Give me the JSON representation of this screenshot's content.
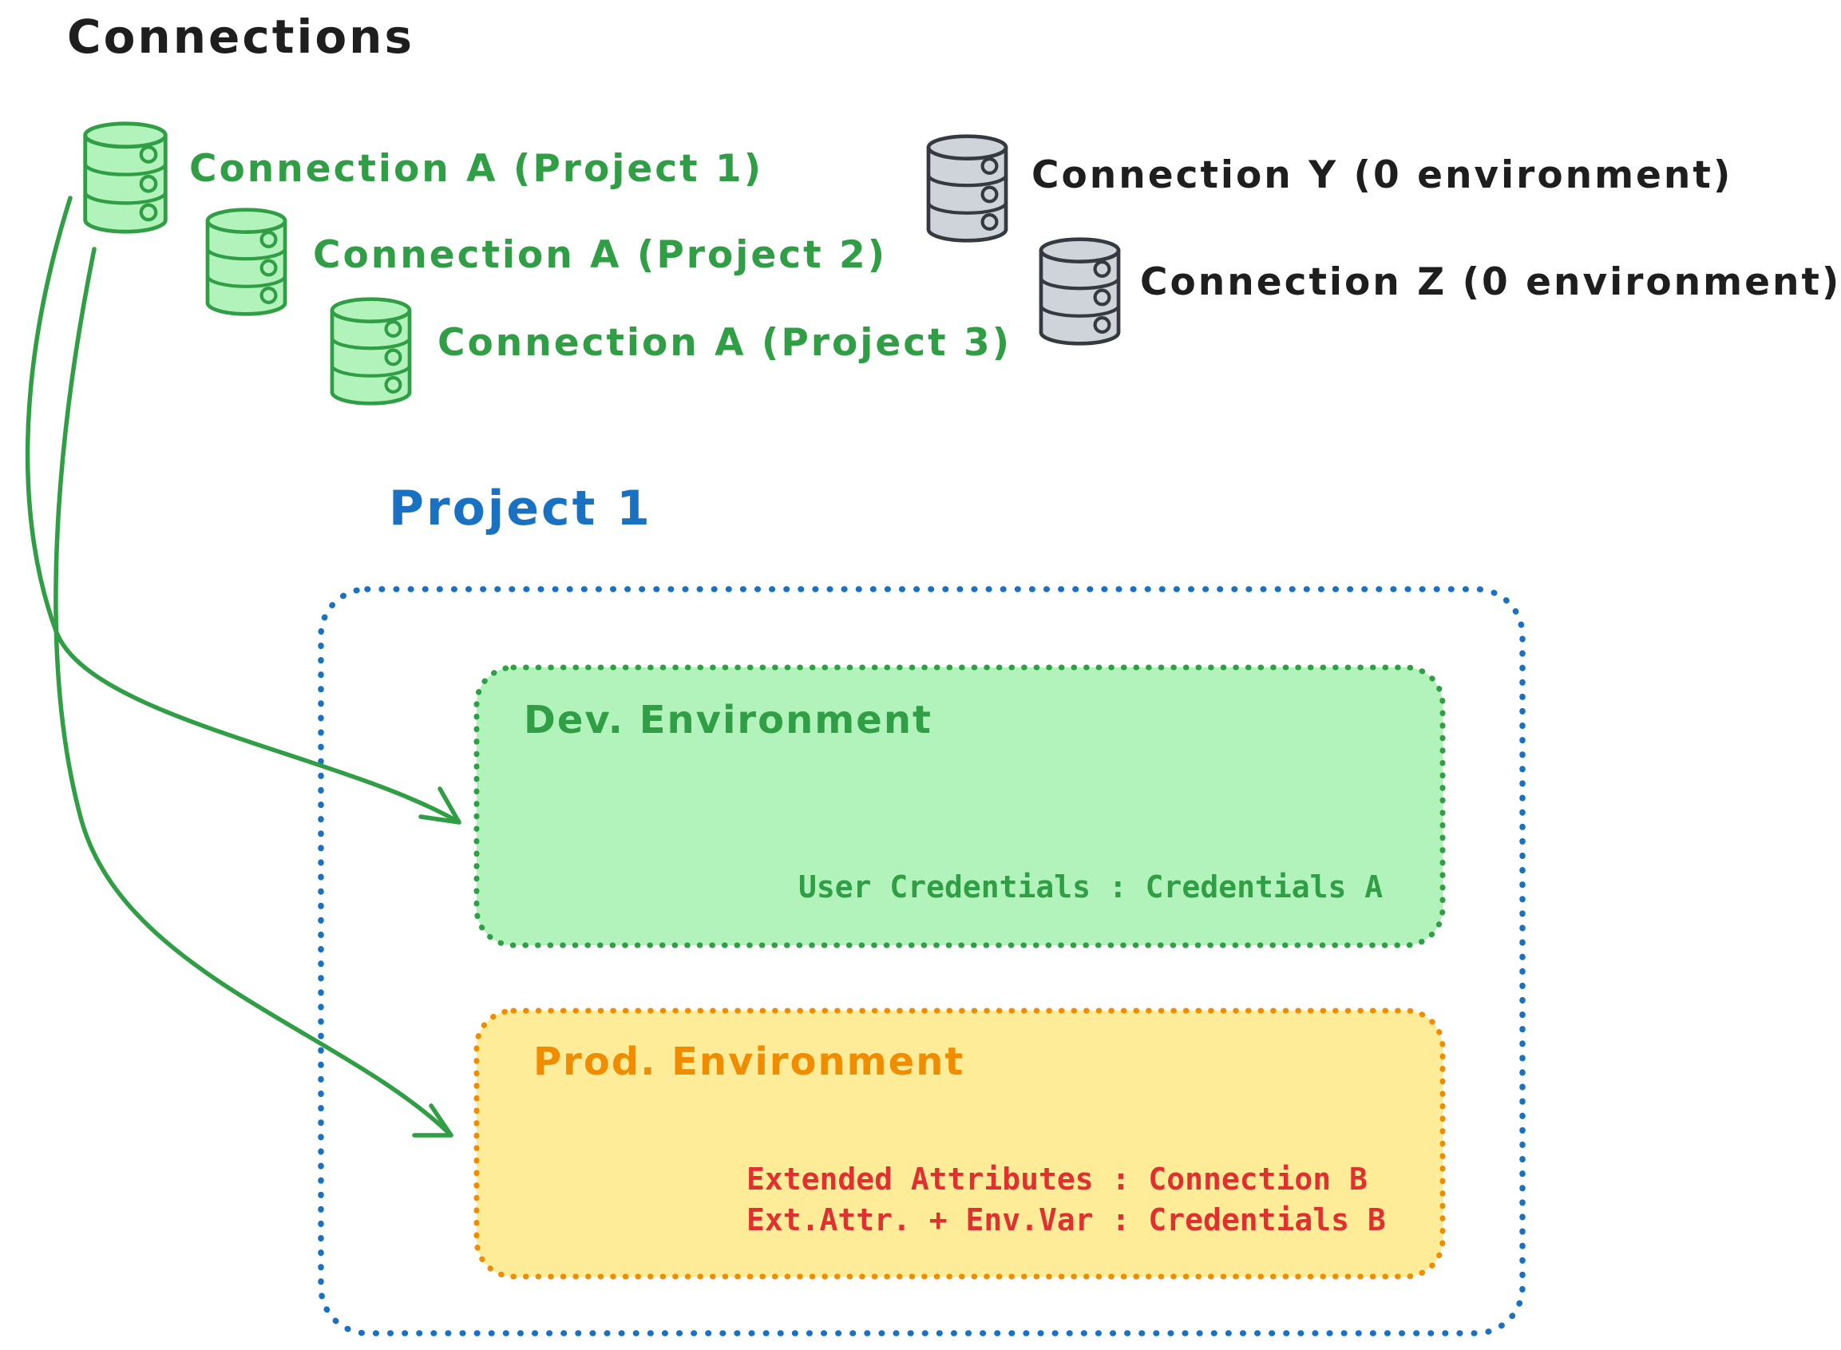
{
  "palette": {
    "ink": "#1e1e1e",
    "green": "#2f9e44",
    "green_fill": "#b2f2bb",
    "gray_stroke": "#343a40",
    "gray_fill": "#ced4da",
    "blue": "#1971c2",
    "orange": "#f08c00",
    "yellow_fill": "#ffec99",
    "red": "#e03131"
  },
  "header": {
    "title": "Connections"
  },
  "connections": {
    "project_a": [
      {
        "label": "Connection A (Project 1)"
      },
      {
        "label": "Connection A (Project 2)"
      },
      {
        "label": "Connection A (Project 3)"
      }
    ],
    "unassigned": [
      {
        "label": "Connection Y (0 environment)"
      },
      {
        "label": "Connection Z (0 environment)"
      }
    ]
  },
  "project": {
    "title": "Project 1",
    "dev": {
      "title": "Dev. Environment",
      "credentials_line": "User Credentials : Credentials A"
    },
    "prod": {
      "title": "Prod. Environment",
      "lines": [
        "Extended Attributes : Connection B",
        "Ext.Attr. + Env.Var : Credentials B"
      ]
    }
  }
}
